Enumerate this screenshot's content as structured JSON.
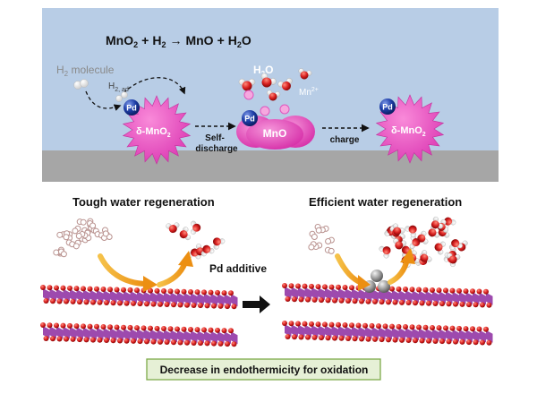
{
  "equation": {
    "reactant_mno2": "MnO",
    "reactant_h2": "H",
    "arrow": "→",
    "product_mno": "MnO",
    "product_h2o_h": "H",
    "product_h2o_o": "O",
    "sub2": "2",
    "plus": "+"
  },
  "top_panel": {
    "h2_molecule_label": "H",
    "h2_molecule_sub": "2",
    "h2_molecule_rest": " molecule",
    "h2_ad_label": "H",
    "h2_ad_sub": "2, ad",
    "pd_label": "Pd",
    "delta_mno2_left": "δ-MnO",
    "delta_mno2_right": "δ-MnO",
    "delta_sub": "2",
    "self_discharge_line1": "Self-",
    "self_discharge_line2": "discharge",
    "mno_label": "MnO",
    "h2o_label_h": "H",
    "h2o_label_o": "O",
    "h2o_sub": "2",
    "mn2_label": "Mn",
    "mn2_sup": "2+",
    "charge_label": "charge"
  },
  "bottom_panel": {
    "left_title": "Tough water regeneration",
    "right_title": "Efficient water regeneration",
    "pd_additive": "Pd additive",
    "banner": "Decrease in endothermicity for oxidation"
  },
  "colors": {
    "sky": "#b8cde6",
    "ground": "#a6a6a6",
    "flower_pink": "#e84fc0",
    "pd_blue": "#1a3a9c",
    "mno_magenta": "#e03fb3",
    "water_red": "#d81f1f",
    "oxygen_red": "#d41a1a",
    "manganese_purple": "#8c2aa0",
    "arrow_orange": "#f0a21c",
    "banner_fill": "#e6f0d6",
    "banner_border": "#7eab4a"
  }
}
